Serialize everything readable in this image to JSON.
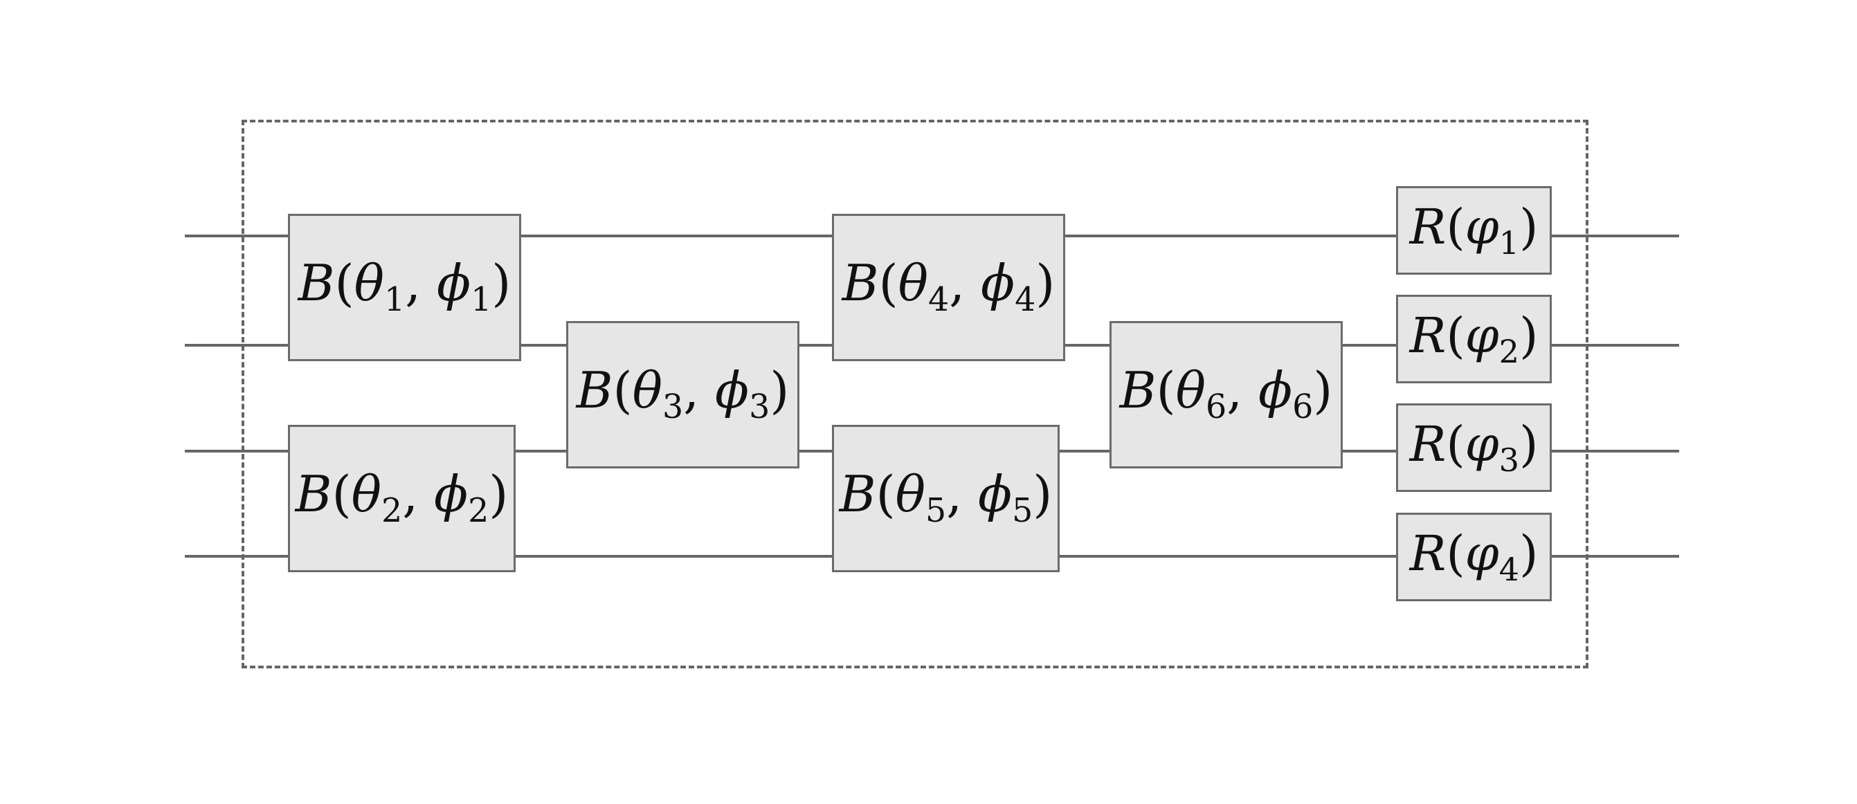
{
  "diagram": {
    "gates": [
      {
        "id": "b1",
        "name": "B",
        "params": [
          {
            "sym": "θ",
            "idx": "1"
          },
          {
            "sym": "ϕ",
            "idx": "1"
          }
        ]
      },
      {
        "id": "b2",
        "name": "B",
        "params": [
          {
            "sym": "θ",
            "idx": "2"
          },
          {
            "sym": "ϕ",
            "idx": "2"
          }
        ]
      },
      {
        "id": "b3",
        "name": "B",
        "params": [
          {
            "sym": "θ",
            "idx": "3"
          },
          {
            "sym": "ϕ",
            "idx": "3"
          }
        ]
      },
      {
        "id": "b4",
        "name": "B",
        "params": [
          {
            "sym": "θ",
            "idx": "4"
          },
          {
            "sym": "ϕ",
            "idx": "4"
          }
        ]
      },
      {
        "id": "b5",
        "name": "B",
        "params": [
          {
            "sym": "θ",
            "idx": "5"
          },
          {
            "sym": "ϕ",
            "idx": "5"
          }
        ]
      },
      {
        "id": "b6",
        "name": "B",
        "params": [
          {
            "sym": "θ",
            "idx": "6"
          },
          {
            "sym": "ϕ",
            "idx": "6"
          }
        ]
      },
      {
        "id": "r1",
        "name": "R",
        "params": [
          {
            "sym": "φ",
            "idx": "1"
          }
        ]
      },
      {
        "id": "r2",
        "name": "R",
        "params": [
          {
            "sym": "φ",
            "idx": "2"
          }
        ]
      },
      {
        "id": "r3",
        "name": "R",
        "params": [
          {
            "sym": "φ",
            "idx": "3"
          }
        ]
      },
      {
        "id": "r4",
        "name": "R",
        "params": [
          {
            "sym": "φ",
            "idx": "4"
          }
        ]
      }
    ],
    "wire_count": 4,
    "colors": {
      "wire": "#666666",
      "gate_fill": "#e6e6e6",
      "gate_border": "#6b6b6b",
      "frame": "#666666"
    }
  }
}
